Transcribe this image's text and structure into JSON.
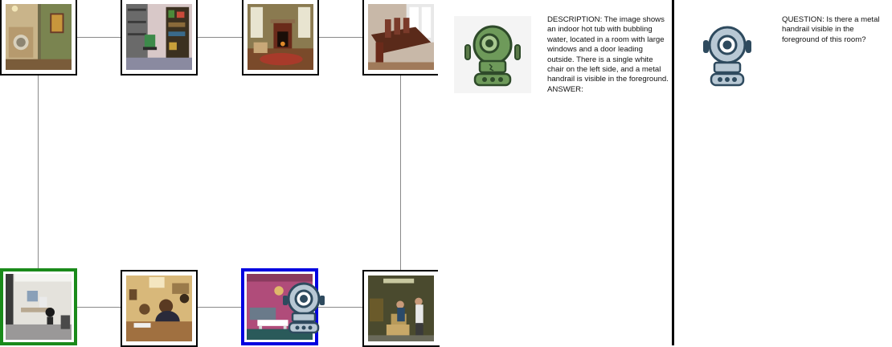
{
  "graph": {
    "nodes": [
      {
        "id": "n1",
        "scene": "laundry room with washer, dryer and framed painting",
        "row": "top",
        "col": 1
      },
      {
        "id": "n2",
        "scene": "study with bookshelves and desk chair",
        "row": "top",
        "col": 2
      },
      {
        "id": "n3",
        "scene": "living room with fireplace and rug",
        "row": "top",
        "col": 3
      },
      {
        "id": "n4",
        "scene": "dining room with long wooden table and chairs",
        "row": "top",
        "col": 4
      },
      {
        "id": "n5",
        "scene": "bright office with desk and black chair",
        "row": "bottom",
        "col": 1,
        "status": "start"
      },
      {
        "id": "n6",
        "scene": "people working at desks in an office",
        "row": "bottom",
        "col": 2
      },
      {
        "id": "n7",
        "scene": "room with purple wall, sofa and coffee table",
        "row": "bottom",
        "col": 3,
        "status": "current"
      },
      {
        "id": "n8",
        "scene": "storage room with boxes and two people",
        "row": "bottom",
        "col": 4
      }
    ]
  },
  "colors": {
    "start_border": "#1a8a1a",
    "current_border": "#0000e0",
    "edge": "#8a8a8a",
    "describer_robot": "#6e9a5a",
    "asker_robot": "#b8c8d4"
  },
  "describer": {
    "icon": "green-robot-icon",
    "text": "DESCRIPTION: The image shows an indoor hot tub with bubbling water, located in a room with large windows and a door leading outside. There is a single white chair on the left side, and a metal handrail is visible in the foreground.  ANSWER:"
  },
  "asker": {
    "icon": "blue-robot-icon",
    "text": "QUESTION: Is there a metal handrail visible in the foreground of this room?"
  }
}
